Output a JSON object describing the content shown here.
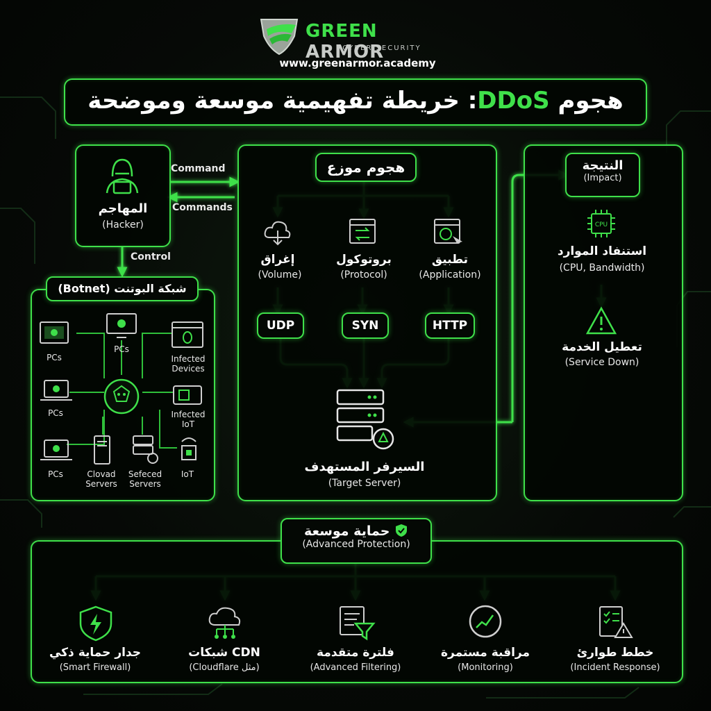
{
  "brand": {
    "name_part1": "GREEN",
    "name_part2": "ARMOR",
    "tagline": "CYBER SECURITY",
    "url": "www.greenarmor.academy"
  },
  "title": {
    "prefix": "هجوم",
    "highlight": "DDoS",
    "rest": ": خريطة تفهيمية موسعة وموضحة"
  },
  "hacker": {
    "label_ar": "المهاجم",
    "label_en": "(Hacker)",
    "command_label": "Command",
    "commands_label": "Commands",
    "control_label": "Control"
  },
  "botnet": {
    "title": "شبكة البوتنت (Botnet)",
    "nodes": [
      {
        "label": "PCs",
        "icon": "pc-bug-icon"
      },
      {
        "label": "PCs",
        "icon": "monitor-bug-icon"
      },
      {
        "label": "Infected Devices",
        "icon": "bug-window-icon"
      },
      {
        "label": "PCs",
        "icon": "laptop-bug-icon"
      },
      {
        "label": "Infected IoT",
        "icon": "iot-device-icon"
      },
      {
        "label": "PCs",
        "icon": "laptop-bug-icon"
      },
      {
        "label": "Clovad Servers",
        "icon": "server-tower-icon"
      },
      {
        "label": "Sefeced Servers",
        "icon": "server-gear-icon"
      },
      {
        "label": "IoT",
        "icon": "iot-chip-icon"
      }
    ]
  },
  "attack": {
    "title": "هجوم موزع",
    "types": [
      {
        "ar": "إغراق",
        "en": "(Volume)",
        "proto": "UDP",
        "icon": "cloud-download-icon"
      },
      {
        "ar": "بروتوكول",
        "en": "(Protocol)",
        "proto": "SYN",
        "icon": "swap-window-icon"
      },
      {
        "ar": "تطبيق",
        "en": "(Application)",
        "proto": "HTTP",
        "icon": "web-app-icon"
      }
    ],
    "target_ar": "السيرفر المستهدف",
    "target_en": "(Target Server)"
  },
  "impact": {
    "title_ar": "النتيجة",
    "title_en": "(Impact)",
    "step1_ar": "استنفاد الموارد",
    "step1_en": "(CPU, Bandwidth)",
    "cpu_text": "CPU",
    "step2_ar": "تعطيل الخدمة",
    "step2_en": "(Service Down)"
  },
  "protection": {
    "title_ar": "حماية موسعة",
    "title_en": "(Advanced Protection)",
    "items": [
      {
        "ar": "جدار حماية ذكي",
        "en": "(Smart Firewall)",
        "icon": "firewall-shield-icon"
      },
      {
        "ar": "شبكات CDN",
        "en": "(مثل Cloudflare)",
        "icon": "cdn-cloud-icon"
      },
      {
        "ar": "فلترة متقدمة",
        "en": "(Advanced Filtering)",
        "icon": "filter-icon"
      },
      {
        "ar": "مراقبة مستمرة",
        "en": "(Monitoring)",
        "icon": "monitoring-gauge-icon"
      },
      {
        "ar": "خطط طوارئ",
        "en": "(Incident Response)",
        "icon": "checklist-warning-icon"
      }
    ]
  },
  "colors": {
    "accent": "#3fe04a",
    "background": "#050805",
    "text": "#ffffff"
  }
}
